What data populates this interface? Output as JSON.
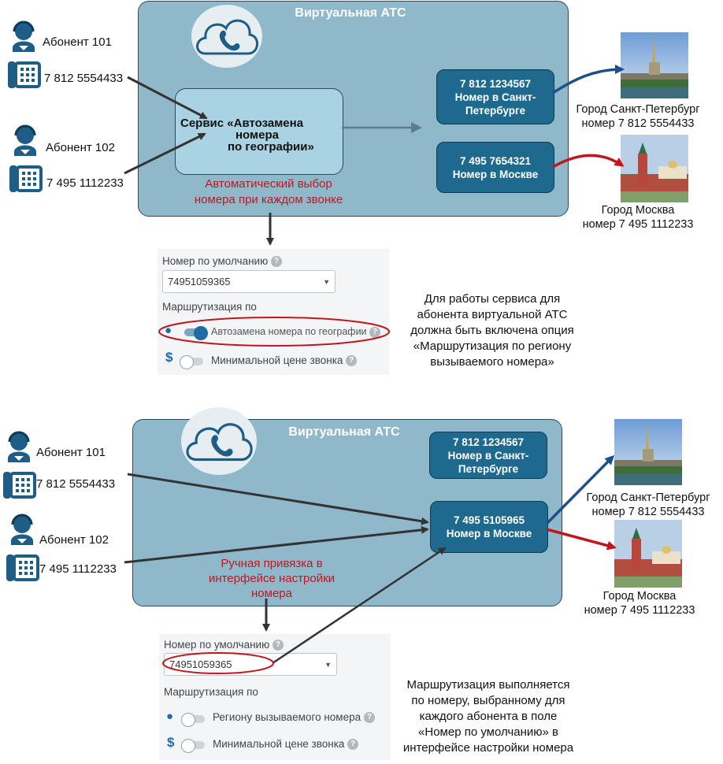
{
  "top": {
    "pbx_title": "Виртуальная АТС",
    "service": [
      "Сервис «Автозамена",
      "номера",
      "по географии»"
    ],
    "auto_caption": [
      "Автоматический выбор",
      "номера при каждом звонке"
    ],
    "subscribers": [
      {
        "name": "Абонент 101",
        "number": "7 812 5554433"
      },
      {
        "name": "Абонент 102",
        "number": "7 495 1112233"
      }
    ],
    "numbers": [
      {
        "line1": "7 812 1234567",
        "line2": "Номер в Санкт-",
        "line3": "Петербурге"
      },
      {
        "line1": "7 495 7654321",
        "line2": "Номер в Москве"
      }
    ],
    "cities": [
      {
        "name": "Город Санкт-Петербург",
        "number": "номер 7 812 5554433"
      },
      {
        "name": "Город Москва",
        "number": "номер 7 495 1112233"
      }
    ],
    "panel": {
      "default_label": "Номер по умолчанию",
      "default_value": "74951059365",
      "routing_label": "Маршрутизация по",
      "option1": "Автозамена номера по географии",
      "option2": "Минимальной цене звонка"
    },
    "note": [
      "Для работы сервиса для",
      "абонента виртуальной АТС",
      "должна быть включена опция",
      "«Маршрутизация по региону",
      "вызываемого номера»"
    ]
  },
  "bottom": {
    "pbx_title": "Виртуальная АТС",
    "manual_caption": [
      "Ручная привязка в",
      "интерфейсе настройки",
      "номера"
    ],
    "subscribers": [
      {
        "name": "Абонент 101",
        "number": "7 812 5554433"
      },
      {
        "name": "Абонент 102",
        "number": "7 495 1112233"
      }
    ],
    "numbers": [
      {
        "line1": "7 812 1234567",
        "line2": "Номер в Санкт-",
        "line3": "Петербурге"
      },
      {
        "line1": "7 495 5105965",
        "line2": "Номер в Москве"
      }
    ],
    "cities": [
      {
        "name": "Город Санкт-Петербург",
        "number": "номер 7 812 5554433"
      },
      {
        "name": "Город Москва",
        "number": "номер 7 495 1112233"
      }
    ],
    "panel": {
      "default_label": "Номер по умолчанию",
      "default_value": "74951059365",
      "routing_label": "Маршрутизация по",
      "option1": "Региону вызываемого номера",
      "option2": "Минимальной цене звонка"
    },
    "note": [
      "Маршрутизация выполняется",
      "по номеру, выбранному для",
      "каждого абонента в поле",
      "«Номер по умолчанию» в",
      "интерфейсе настройки номера"
    ]
  },
  "icons": [
    "phone-cloud-icon",
    "subscriber-headset-icon",
    "desk-phone-icon",
    "help-icon",
    "location-pin-icon",
    "dollar-icon",
    "chevron-down-icon"
  ],
  "colors": {
    "pbx_fill": "#8fb9cb",
    "number_box": "#1e6a8e",
    "service_fill": "#a9d2e2",
    "red_text": "#c0161e",
    "arrow_blue": "#1f4f8a",
    "arrow_red": "#c0161e"
  }
}
